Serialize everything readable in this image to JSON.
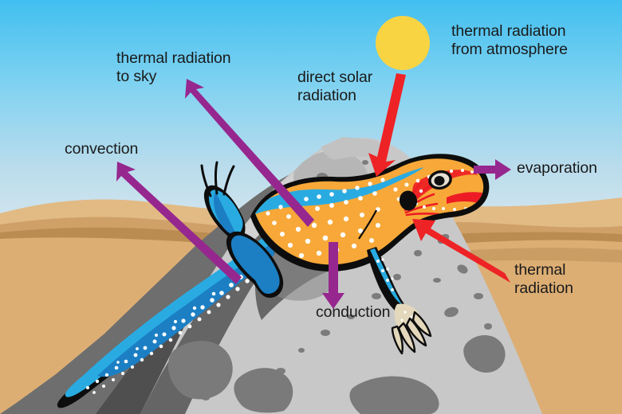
{
  "diagram": {
    "title": "Lizard thermoregulation heat exchange diagram",
    "subject": "desert lizard basking on a rock",
    "colors": {
      "sky_top": "#4FC3F0",
      "sky_bottom": "#D7E6EE",
      "sand_light": "#E8BE85",
      "sand_mid": "#D9A768",
      "sand_dark": "#BF8C4E",
      "sand_body": "#DDAE74",
      "rock_light": "#C9C9C9",
      "rock_mid": "#A8A8A8",
      "rock_dark": "#6E6E6E",
      "rock_shadow": "#3F3F3F",
      "sun": "#F9D442",
      "arrow_purple": "#96278F",
      "arrow_red": "#EE2326",
      "lizard_orange": "#F7A838",
      "lizard_blue": "#29ABE2",
      "lizard_blue_dark": "#1C7FC4",
      "lizard_red": "#ED1C24",
      "label_text": "#1a1a1a"
    },
    "labels": [
      {
        "id": "thermal-radiation-to-sky",
        "text": "thermal radiation\nto sky",
        "arrow": "purple",
        "direction": "up-left"
      },
      {
        "id": "convection",
        "text": "convection",
        "arrow": "purple",
        "direction": "up-left"
      },
      {
        "id": "direct-solar-radiation",
        "text": "direct solar\nradiation",
        "arrow": "red",
        "direction": "down"
      },
      {
        "id": "thermal-radiation-from-atmosphere",
        "text": "thermal radiation\nfrom atmosphere",
        "arrow": "red",
        "direction": "down"
      },
      {
        "id": "evaporation",
        "text": "evaporation",
        "arrow": "purple",
        "direction": "right"
      },
      {
        "id": "conduction",
        "text": "conduction",
        "arrow": "purple",
        "direction": "down"
      },
      {
        "id": "thermal-radiation",
        "text": "thermal\nradiation",
        "arrow": "red",
        "direction": "up-left"
      }
    ],
    "label_text": {
      "thermal_radiation_to_sky": "thermal radiation\nto sky",
      "convection": "convection",
      "direct_solar_radiation": "direct solar\nradiation",
      "thermal_radiation_from_atmosphere": "thermal radiation\nfrom atmosphere",
      "evaporation": "evaporation",
      "conduction": "conduction",
      "thermal_radiation": "thermal\nradiation"
    }
  }
}
